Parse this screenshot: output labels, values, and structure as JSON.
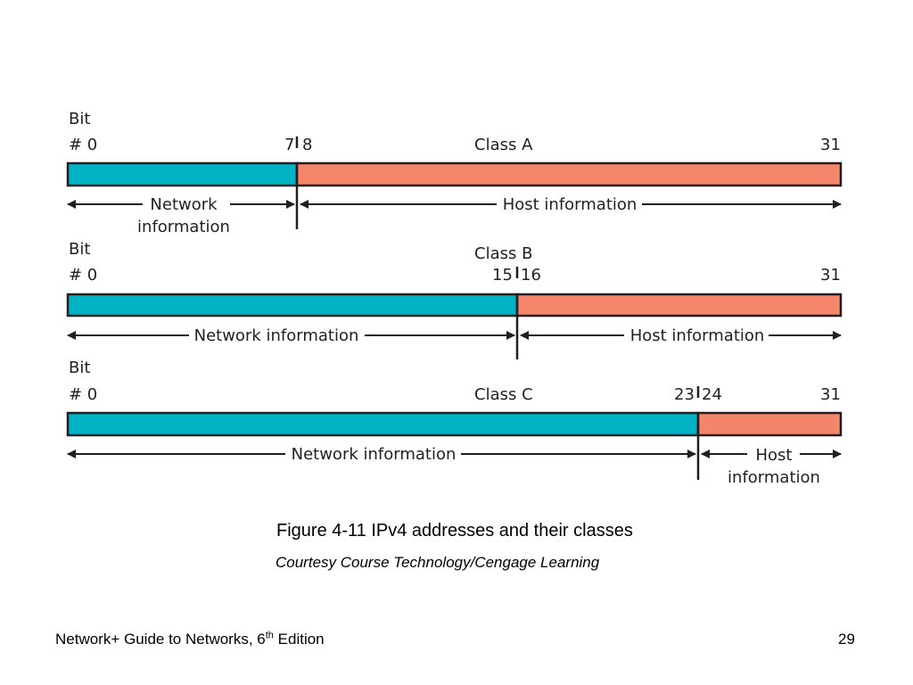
{
  "colors": {
    "network": "#00b2c4",
    "host": "#f4846a",
    "stroke": "#231f20"
  },
  "diagram": {
    "class_a": {
      "bit_label": "Bit",
      "start_label": "# 0",
      "class_label": "Class A",
      "boundary_left": "7",
      "boundary_right": "8",
      "end_label": "31",
      "network_label_line1": "Network",
      "network_label_line2": "information",
      "host_label": "Host information"
    },
    "class_b": {
      "bit_label": "Bit",
      "start_label": "# 0",
      "class_label": "Class B",
      "boundary_left": "15",
      "boundary_right": "16",
      "end_label": "31",
      "network_label": "Network information",
      "host_label": "Host information"
    },
    "class_c": {
      "bit_label": "Bit",
      "start_label": "# 0",
      "class_label": "Class C",
      "boundary_left": "23",
      "boundary_right": "24",
      "end_label": "31",
      "network_label": "Network information",
      "host_label_line1": "Host",
      "host_label_line2": "information"
    }
  },
  "caption": "Figure 4-11 IPv4 addresses and their classes",
  "credit": "Courtesy Course Technology/Cengage Learning",
  "footer": {
    "title_main": "Network+ Guide to Networks, 6",
    "title_sup": "th",
    "title_rest": " Edition",
    "page_number": "29"
  }
}
